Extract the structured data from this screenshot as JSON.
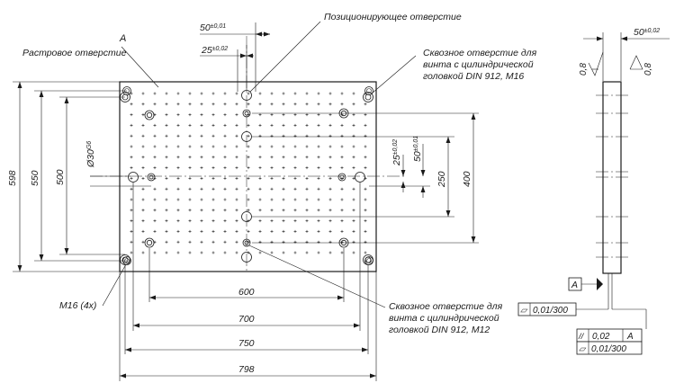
{
  "labels": {
    "a_top": "A",
    "raster_hole": "Растровое отверстие",
    "positioning_hole": "Позиционирующее отверстие",
    "through_hole_m16_l1": "Сквозное отверстие для",
    "through_hole_m16_l2": "винта с цилиндрической",
    "through_hole_m16_l3": "головкой DIN 912, M16",
    "through_hole_m12_l1": "Сквозное отверстие для",
    "through_hole_m12_l2": "винта с цилиндрической",
    "through_hole_m12_l3": "головкой DIN 912, M12",
    "m16_4x": "M16 (4x)"
  },
  "dimensions": {
    "top_50": "50",
    "top_50_tol": "±0,01",
    "top_25": "25",
    "top_25_tol": "±0,02",
    "left_598": "598",
    "left_550": "550",
    "left_500": "500",
    "dia_30": "Ø30",
    "dia_30_fit": "G6",
    "right_25": "25",
    "right_25_tol": "±0,02",
    "right_50": "50",
    "right_50_tol": "±0,01",
    "right_250": "250",
    "right_400": "400",
    "bottom_600": "600",
    "bottom_700": "700",
    "bottom_750": "750",
    "bottom_798": "798",
    "side_50": "50",
    "side_50_tol": "±0,02",
    "rough_left": "0,8",
    "rough_right": "0,8"
  },
  "tolerances": {
    "datum_a": "A",
    "flatness_symbol": "▱",
    "flatness_1": "0,01/300",
    "parallel_symbol": "//",
    "parallel_value": "0,02",
    "parallel_datum": "A",
    "flatness_2": "0,01/300"
  }
}
